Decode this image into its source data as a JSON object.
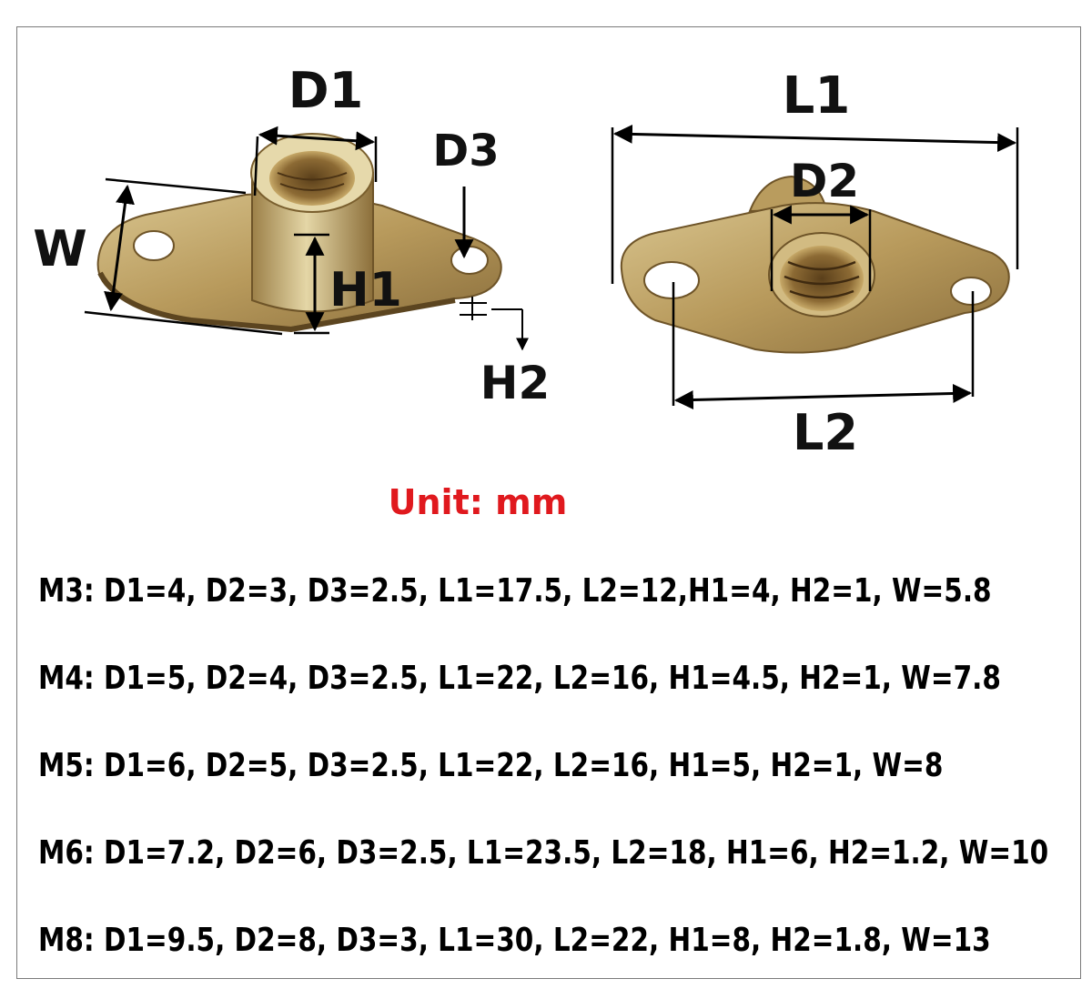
{
  "diagram": {
    "labels": {
      "d1": "D1",
      "d2": "D2",
      "d3": "D3",
      "h1": "H1",
      "h2": "H2",
      "w": "W",
      "l1": "L1",
      "l2": "L2"
    },
    "colors": {
      "metal_light": "#c9b27a",
      "metal_dark": "#8a6e3c",
      "arrow": "#000000"
    }
  },
  "unit_label": "Unit: mm",
  "specs": [
    "M3: D1=4, D2=3, D3=2.5, L1=17.5, L2=12,H1=4, H2=1, W=5.8",
    "M4: D1=5, D2=4, D3=2.5, L1=22, L2=16, H1=4.5, H2=1, W=7.8",
    "M5: D1=6, D2=5, D3=2.5, L1=22, L2=16, H1=5, H2=1, W=8",
    "M6: D1=7.2, D2=6, D3=2.5, L1=23.5, L2=18, H1=6, H2=1.2, W=10",
    "M8: D1=9.5, D2=8, D3=3, L1=30, L2=22, H1=8, H2=1.8, W=13"
  ]
}
